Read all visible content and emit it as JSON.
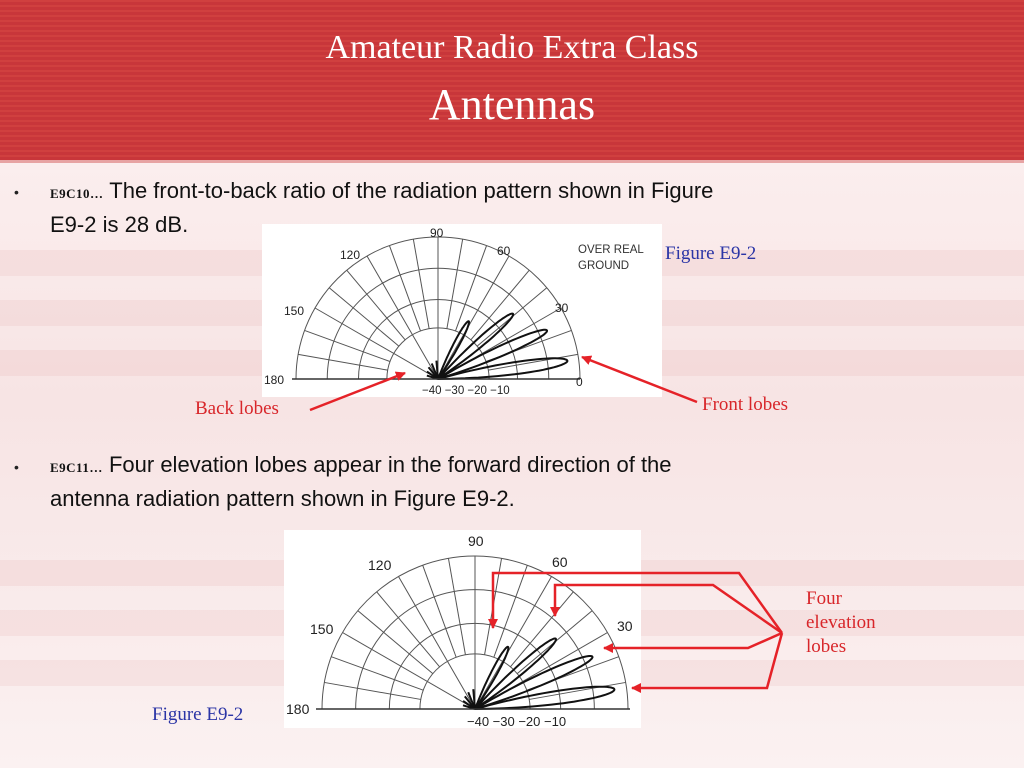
{
  "header": {
    "title_line1": "Amateur Radio Extra Class",
    "title_line2": "Antennas"
  },
  "questions": [
    {
      "bullet": "•",
      "id": "E9C10…",
      "line1": "The front-to-back ratio of the radiation pattern shown in Figure",
      "line2": "E9-2 is 28 dB."
    },
    {
      "bullet": "•",
      "id": "E9C11…",
      "line1": "Four elevation lobes appear in the forward direction of the",
      "line2": "antenna radiation pattern shown in Figure E9-2."
    }
  ],
  "figure": {
    "angle_labels": [
      "90",
      "120",
      "60",
      "150",
      "30",
      "180",
      "0"
    ],
    "db_labels": "−40 −30 −20 −10",
    "ground_label_line1": "OVER REAL",
    "ground_label_line2": "GROUND"
  },
  "annotations": {
    "figure_label_1": "Figure E9-2",
    "back_lobes": "Back lobes",
    "front_lobes": "Front lobes",
    "four_lobes_line1": "Four",
    "four_lobes_line2": "elevation",
    "four_lobes_line3": "lobes",
    "figure_label_2": "Figure E9-2"
  },
  "colors": {
    "header_red": "#c8363a",
    "annotation_red": "#d8262a",
    "figure_label_blue": "#2b35a6"
  }
}
